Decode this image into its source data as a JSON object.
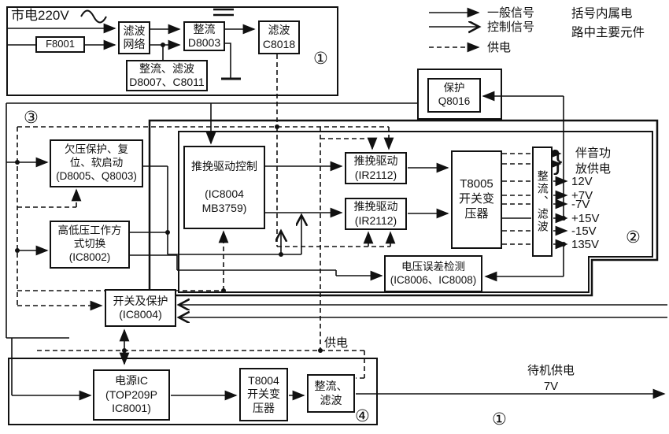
{
  "legend": {
    "items": [
      {
        "id": "general",
        "label": "一般信号"
      },
      {
        "id": "control",
        "label": "控制信号"
      },
      {
        "id": "power",
        "label": "供电"
      }
    ],
    "note": "括号内属电\n路中主要元件"
  },
  "labels": {
    "mains": "市电220V",
    "gongdian": "供电",
    "standby": "待机供电\n7V",
    "audio": "伴音功\n放供电",
    "brace": "}"
  },
  "circles": {
    "c1_top": "①",
    "c2": "②",
    "c3": "③",
    "c4": "④",
    "c1_bottom": "①"
  },
  "blocks": [
    {
      "id": "f8001",
      "lines": [
        "F8001"
      ]
    },
    {
      "id": "lvbo_wangluo",
      "lines": [
        "滤波",
        "网络"
      ]
    },
    {
      "id": "zhengliu_d8003",
      "lines": [
        "整流",
        "D8003"
      ]
    },
    {
      "id": "lvbo_c8018",
      "lines": [
        "滤波",
        "C8018"
      ]
    },
    {
      "id": "zhengliu_d8007",
      "lines": [
        "整流、滤波",
        "D8007、C8011"
      ]
    },
    {
      "id": "baohu_q8016",
      "lines": [
        "保护",
        "Q8016"
      ]
    },
    {
      "id": "qianya_baohu",
      "lines": [
        "欠压保护、复",
        "位、软启动",
        "(D8005、Q8003)"
      ]
    },
    {
      "id": "gaodiya_qiehuan",
      "lines": [
        "高低压工作方",
        "式切换",
        "(IC8002)"
      ]
    },
    {
      "id": "tuiwan_kongzhi",
      "lines": [
        "推挽驱动控制",
        "",
        "(IC8004",
        "MB3759)"
      ]
    },
    {
      "id": "tuiwan_qd1",
      "lines": [
        "推挽驱动",
        "(IR2112)"
      ]
    },
    {
      "id": "tuiwan_qd2",
      "lines": [
        "推挽驱动",
        "(IR2112)"
      ]
    },
    {
      "id": "t8005",
      "lines": [
        "T8005",
        "开关变",
        "压器"
      ]
    },
    {
      "id": "zhengliu_lvbo_r",
      "lines": [
        "整流、滤波"
      ]
    },
    {
      "id": "dianya_wucha",
      "lines": [
        "电压误差检测",
        "(IC8006、IC8008)"
      ]
    },
    {
      "id": "kaiguan_baohu",
      "lines": [
        "开关及保护",
        "(IC8004)"
      ]
    },
    {
      "id": "dianyuan_ic",
      "lines": [
        "电源IC",
        "(TOP209P",
        "IC8001)"
      ]
    },
    {
      "id": "t8004",
      "lines": [
        "T8004",
        "开关变",
        "压器"
      ]
    },
    {
      "id": "zhengliu_lvbo_b",
      "lines": [
        "整流、",
        "滤波"
      ]
    }
  ],
  "outputs": [
    "12V",
    "+7V",
    "-7V",
    "+15V",
    "-15V",
    "135V"
  ]
}
